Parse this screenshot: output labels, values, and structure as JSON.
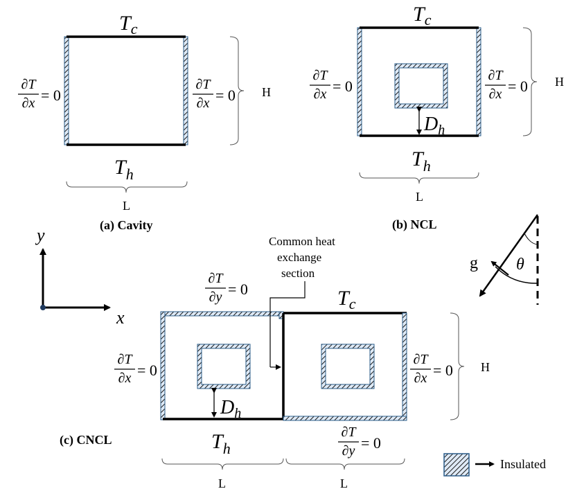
{
  "panels": {
    "a": {
      "caption": "(a) Cavity",
      "top": "T",
      "top_sub": "c",
      "bottom": "T",
      "bottom_sub": "h",
      "width_label": "L",
      "height_label": "H"
    },
    "b": {
      "caption": "(b) NCL",
      "top": "T",
      "top_sub": "c",
      "bottom": "T",
      "bottom_sub": "h",
      "width_label": "L",
      "height_label": "H",
      "gap": "D",
      "gap_sub": "h"
    },
    "c": {
      "caption": "(c) CNCL",
      "top": "T",
      "top_sub": "c",
      "bottom": "T",
      "bottom_sub": "h",
      "width_label": "L",
      "height_label": "H",
      "gap": "D",
      "gap_sub": "h"
    }
  },
  "bc": {
    "dTdx_num": "∂T",
    "dTdx_den": "∂x",
    "dTdy_num": "∂T",
    "dTdy_den": "∂y",
    "eq": "= 0"
  },
  "axes": {
    "y": "y",
    "x": "x"
  },
  "callout": {
    "line1": "Common heat",
    "line2": "exchange",
    "line3": "section"
  },
  "gravity": {
    "g": "g",
    "theta": "θ"
  },
  "legend": {
    "insulated": "Insulated"
  },
  "colors": {
    "stroke": "#000000",
    "hatch_edge": "#1f4e79",
    "hatch_fill": "#cfe2f3"
  }
}
